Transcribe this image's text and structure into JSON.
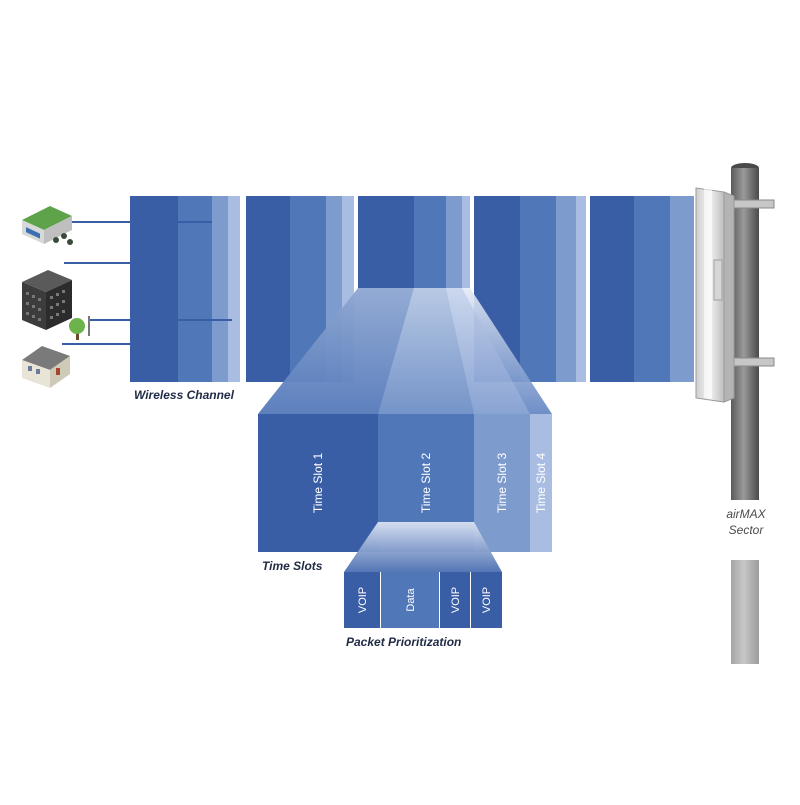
{
  "labels": {
    "wireless_channel": "Wireless Channel",
    "time_slots": "Time Slots",
    "packet_prioritization": "Packet Prioritization",
    "sector_line1": "airMAX",
    "sector_line2": "Sector"
  },
  "time_slots": [
    "Time Slot 1",
    "Time Slot 2",
    "Time Slot 3",
    "Time Slot 4"
  ],
  "packets": [
    "VOIP",
    "Data",
    "VOIP",
    "VOIP"
  ],
  "colors": {
    "dark_blue": "#3a5ea6",
    "mid_blue": "#5077b8",
    "light_blue": "#7d9bcd",
    "pale_blue": "#a9bde2"
  },
  "icons": [
    "store-building-icon",
    "office-tower-icon",
    "tree-icon",
    "house-icon",
    "sector-antenna-icon"
  ]
}
